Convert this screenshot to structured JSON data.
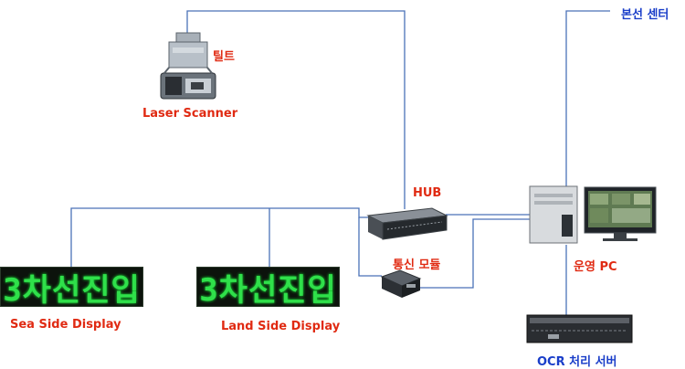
{
  "labels": {
    "tilt": "틸트",
    "laser_scanner": "Laser Scanner",
    "main_center": "본선 센터",
    "hub": "HUB",
    "comm_module": "통신 모듈",
    "operation_pc": "운영 PC",
    "sea_side_display": "Sea Side Display",
    "land_side_display": "Land Side Display",
    "ocr_server": "OCR 처리 서버"
  },
  "displays": {
    "sea_side_text": "3차선진입",
    "land_side_text": "3차선진입"
  },
  "colors": {
    "line": "#4a72b8",
    "label_red": "#e02a12",
    "label_blue": "#1a3ec9",
    "led_text": "#2fe04a"
  }
}
